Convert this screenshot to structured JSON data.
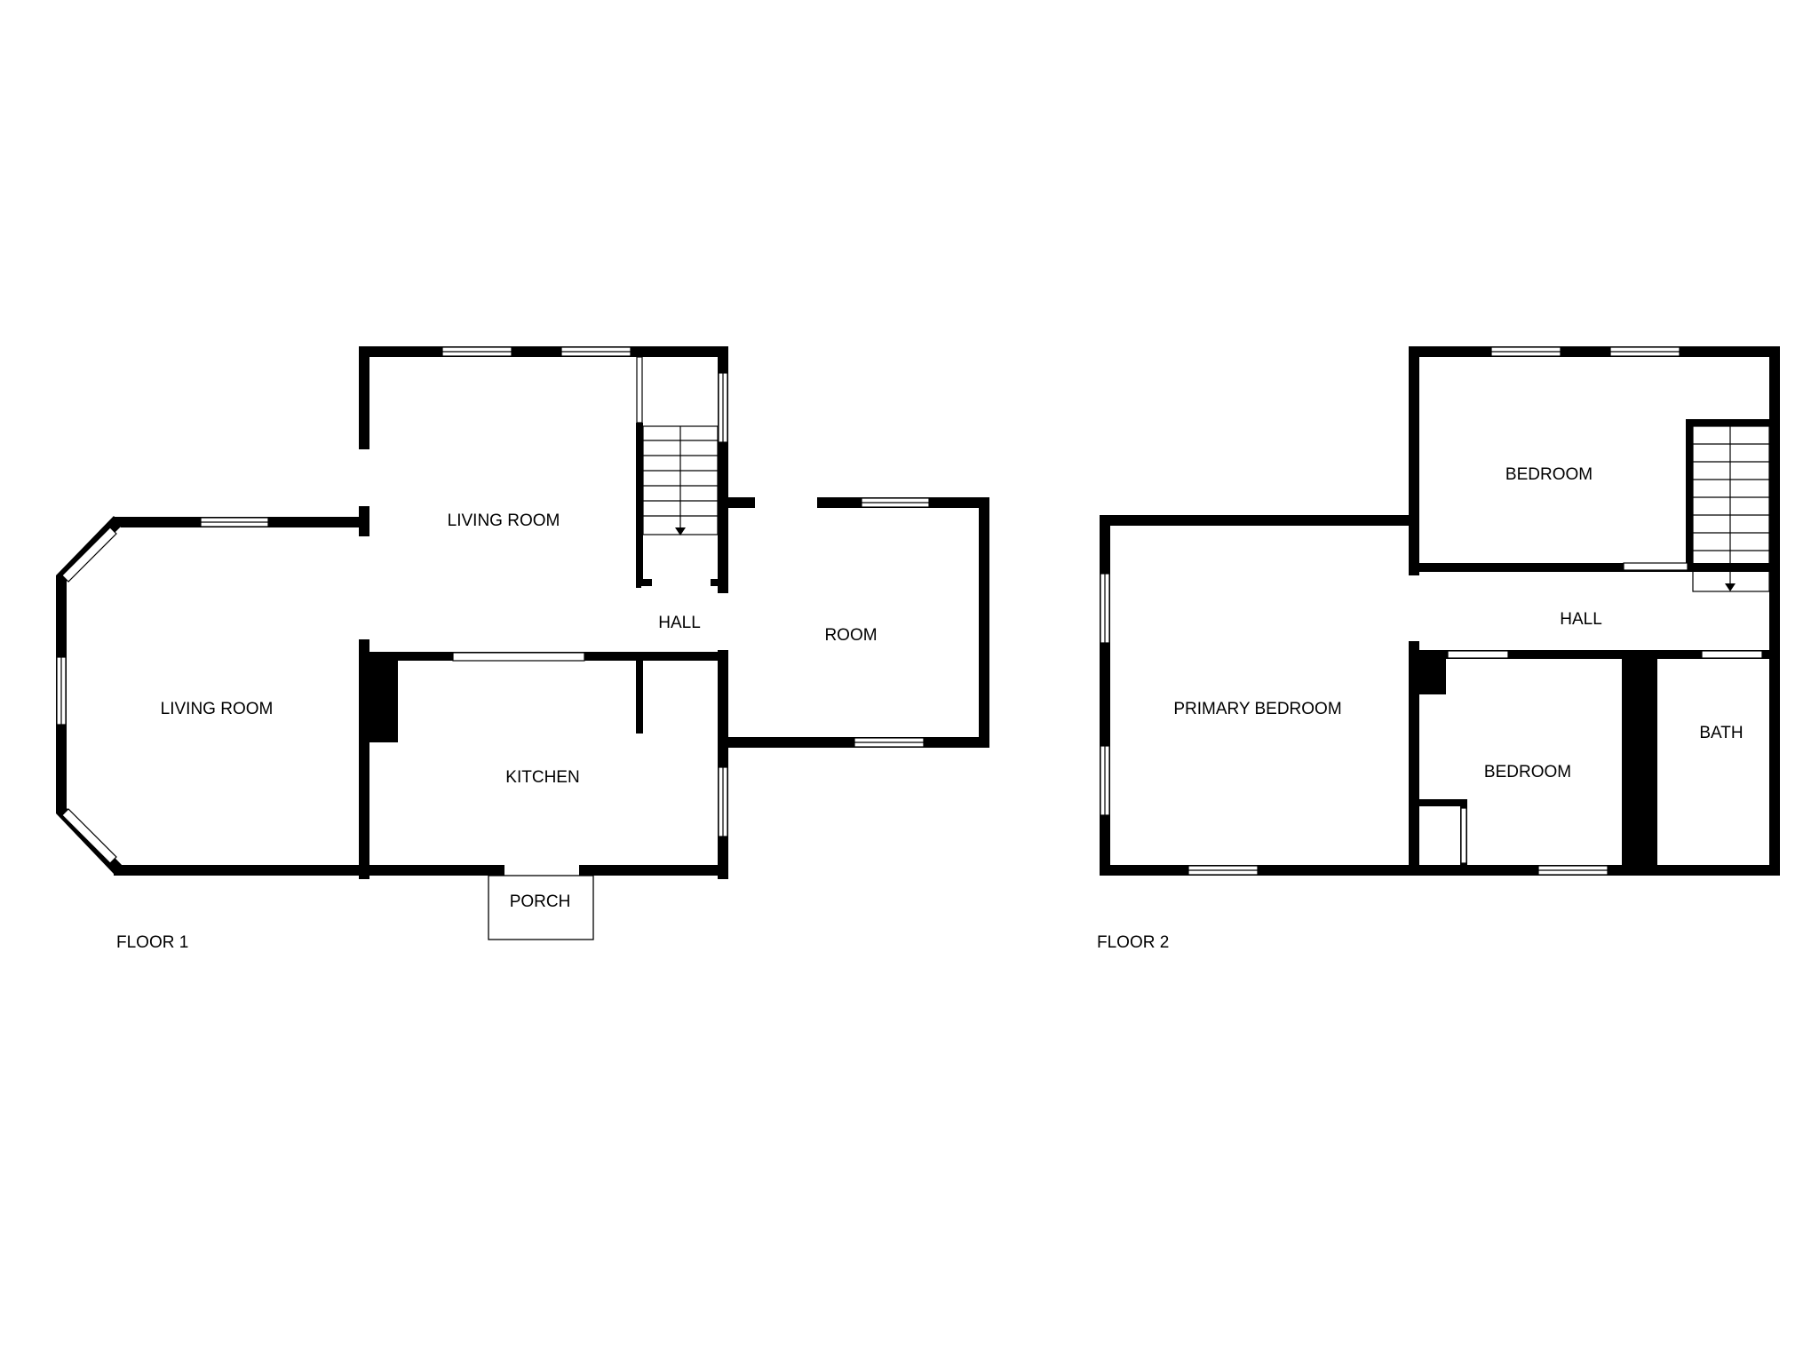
{
  "floors": [
    {
      "label": "FLOOR 1",
      "rooms": {
        "living_left": "LIVING ROOM",
        "living_top": "LIVING ROOM",
        "hall": "HALL",
        "room": "ROOM",
        "kitchen": "KITCHEN",
        "porch": "PORCH"
      }
    },
    {
      "label": "FLOOR 2",
      "rooms": {
        "primary_bedroom": "PRIMARY BEDROOM",
        "bedroom_top": "BEDROOM",
        "hall": "HALL",
        "bedroom_bottom": "BEDROOM",
        "bath": "BATH"
      }
    }
  ]
}
